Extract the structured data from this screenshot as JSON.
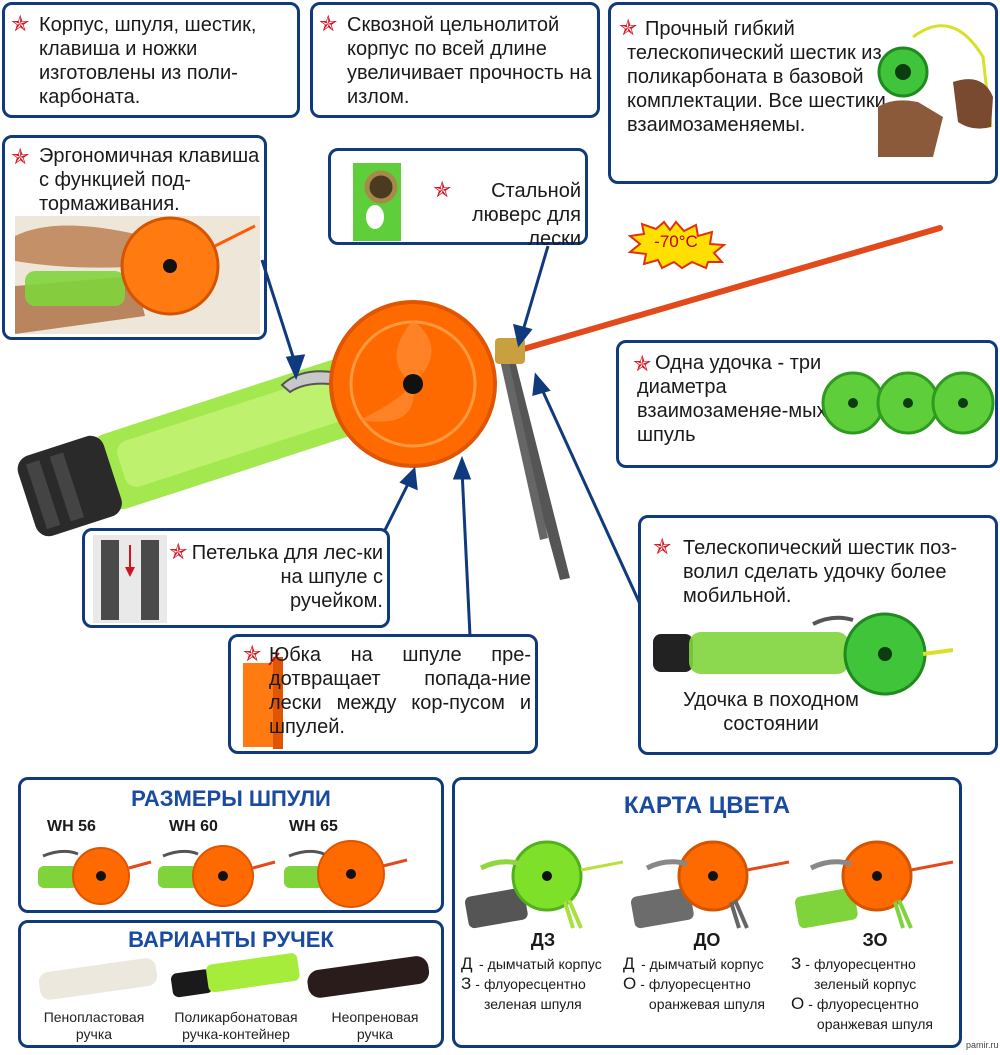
{
  "callouts": {
    "material": "Корпус, шпуля, шестик, клавиша и ножки изготовлены из поли-карбоната.",
    "body": "Сквозной цельнолитой корпус по всей длине увеличивает прочность на излом.",
    "rod": "Прочный гибкий телескопический шестик из поликарбоната в базовой комплектации. Все шестики взаимозаменяемы.",
    "brake": "Эргономичная клавиша с функцией под-тормаживания.",
    "eyelet": "Стальной люверс для лески",
    "temperature": "-70°С",
    "spools": "Одна удочка - три диаметра взаимозаменяе-мых шпуль",
    "loop": "Петелька для лес-ки на шпуле с ручейком.",
    "telescopic": "Телескопический шестик поз-волил сделать удочку более мобильной.",
    "travel": "Удочка в походном состоянии",
    "skirt": "Юбка на шпуле пре-дотвращает попада-ние лески между кор-пусом и шпулей."
  },
  "sizes": {
    "title": "РАЗМЕРЫ ШПУЛИ",
    "items": [
      "WH 56",
      "WH 60",
      "WH 65"
    ]
  },
  "handles": {
    "title": "ВАРИАНТЫ РУЧЕК",
    "items": [
      "Пенопластовая ручка",
      "Поликарбонатовая ручка-контейнер",
      "Неопреновая ручка"
    ]
  },
  "colors": {
    "title": "КАРТА ЦВЕТА",
    "variants": [
      {
        "code": "ДЗ",
        "lines": [
          {
            "k": "Д",
            "t": "дымчатый корпус"
          },
          {
            "k": "З",
            "t": "флуоресцентно зеленая шпуля"
          }
        ]
      },
      {
        "code": "ДО",
        "lines": [
          {
            "k": "Д",
            "t": "дымчатый корпус"
          },
          {
            "k": "О",
            "t": "флуоресцентно оранжевая шпуля"
          }
        ]
      },
      {
        "code": "ЗО",
        "lines": [
          {
            "k": "З",
            "t": "флуоресцентно зеленый корпус"
          },
          {
            "k": "О",
            "t": "флуоресцентно оранжевая шпуля"
          }
        ]
      }
    ]
  },
  "watermark": "pamir.ru",
  "palette": {
    "frame": "#0f3a7d",
    "star": "#d1121f",
    "heading": "#1a4ba0",
    "orange": "#ff6a00",
    "green": "#7fe02a"
  }
}
